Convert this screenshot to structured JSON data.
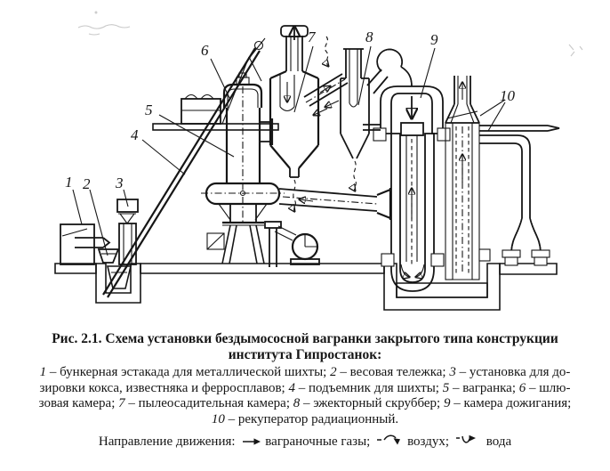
{
  "colors": {
    "ink": "#161616",
    "paper": "#ffffff"
  },
  "diagram": {
    "labels": [
      "1",
      "2",
      "3",
      "4",
      "5",
      "6",
      "7",
      "8",
      "9",
      "10"
    ]
  },
  "caption": {
    "title_line1": "Рис. 2.1. Схема установки бездымососной вагранки закрытого типа конструкции",
    "title_line2": "института Гипростанок:",
    "legend_lines": [
      [
        {
          "it": "1"
        },
        {
          "t": " – бункерная эстакада для металлической шихты; "
        },
        {
          "it": "2"
        },
        {
          "t": " – весовая тележка; "
        },
        {
          "it": "3"
        },
        {
          "t": " – установка для до-"
        }
      ],
      [
        {
          "t": "зировки кокса, известняка и ферросплавов; "
        },
        {
          "it": "4"
        },
        {
          "t": " – подъемник для шихты; "
        },
        {
          "it": "5"
        },
        {
          "t": " – вагранка; "
        },
        {
          "it": "6"
        },
        {
          "t": " – шлю-"
        }
      ],
      [
        {
          "t": "зовая камера; "
        },
        {
          "it": "7"
        },
        {
          "t": " – пылеосадительная камера; "
        },
        {
          "it": "8"
        },
        {
          "t": " – эжекторный скруббер; "
        },
        {
          "it": "9"
        },
        {
          "t": " – камера дожигания;"
        }
      ],
      [
        {
          "it": "10"
        },
        {
          "t": " – рекуператор радиационный."
        }
      ]
    ],
    "direction": {
      "label": "Направление движения:",
      "items": [
        {
          "icon": "right-arrow",
          "text": "ваграночные газы;"
        },
        {
          "icon": "dash-wave-arrow-down",
          "text": "воздух;"
        },
        {
          "icon": "dash-wave-arrow-right",
          "text": "вода"
        }
      ]
    }
  }
}
